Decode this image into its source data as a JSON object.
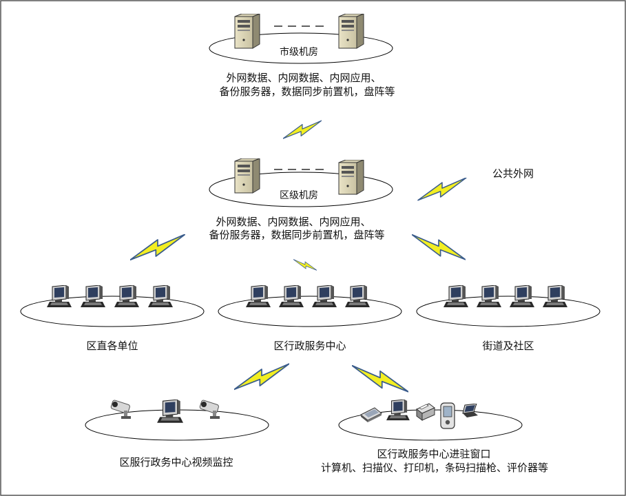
{
  "nodes": {
    "city_room": {
      "label": "市级机房",
      "desc_line1": "外网数据、内网数据、内网应用、",
      "desc_line2": "备份服务器，数据同步前置机，盘阵等"
    },
    "district_room": {
      "label": "区级机房",
      "desc_line1": "外网数据、内网数据、内网应用、",
      "desc_line2": "备份服务器，数据同步前置机，盘阵等"
    },
    "public_network": {
      "label": "公共外网"
    },
    "district_units": {
      "label": "区直各单位"
    },
    "admin_center": {
      "label": "区行政服务中心"
    },
    "streets": {
      "label": "街道及社区"
    },
    "video_monitor": {
      "label": "区服行政务中心视频监控"
    },
    "service_window": {
      "label_line1": "区行政服务中心进驻窗口",
      "label_line2": "计算机、扫描仪、打印机，条码扫描枪、评价器等"
    }
  },
  "colors": {
    "ellipse_stroke": "#000000",
    "bolt_fill": "#f2ee22",
    "bolt_stroke": "#3a5c8c",
    "border": "#555555"
  },
  "icons": {
    "server": "server-tower-icon",
    "computer": "desktop-computer-icon",
    "camera": "security-camera-icon",
    "scanner": "scanner-icon",
    "printer": "printer-icon",
    "handheld": "handheld-device-icon",
    "laptop": "laptop-icon",
    "bolt": "wireless-link-bolt-icon"
  }
}
